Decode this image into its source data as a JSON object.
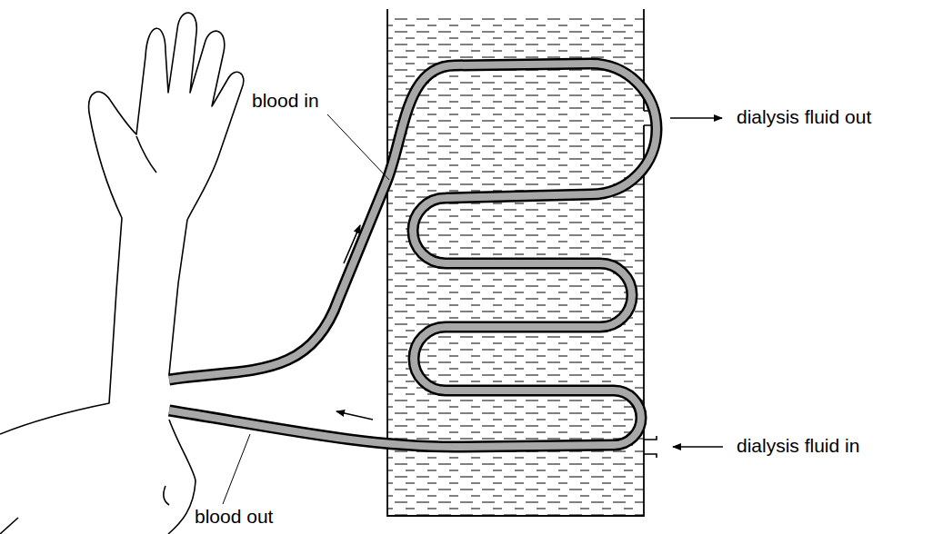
{
  "diagram": {
    "labels": [
      "dialysis fluid out",
      "blood in",
      "dialysis fluid in",
      "blood out"
    ]
  }
}
